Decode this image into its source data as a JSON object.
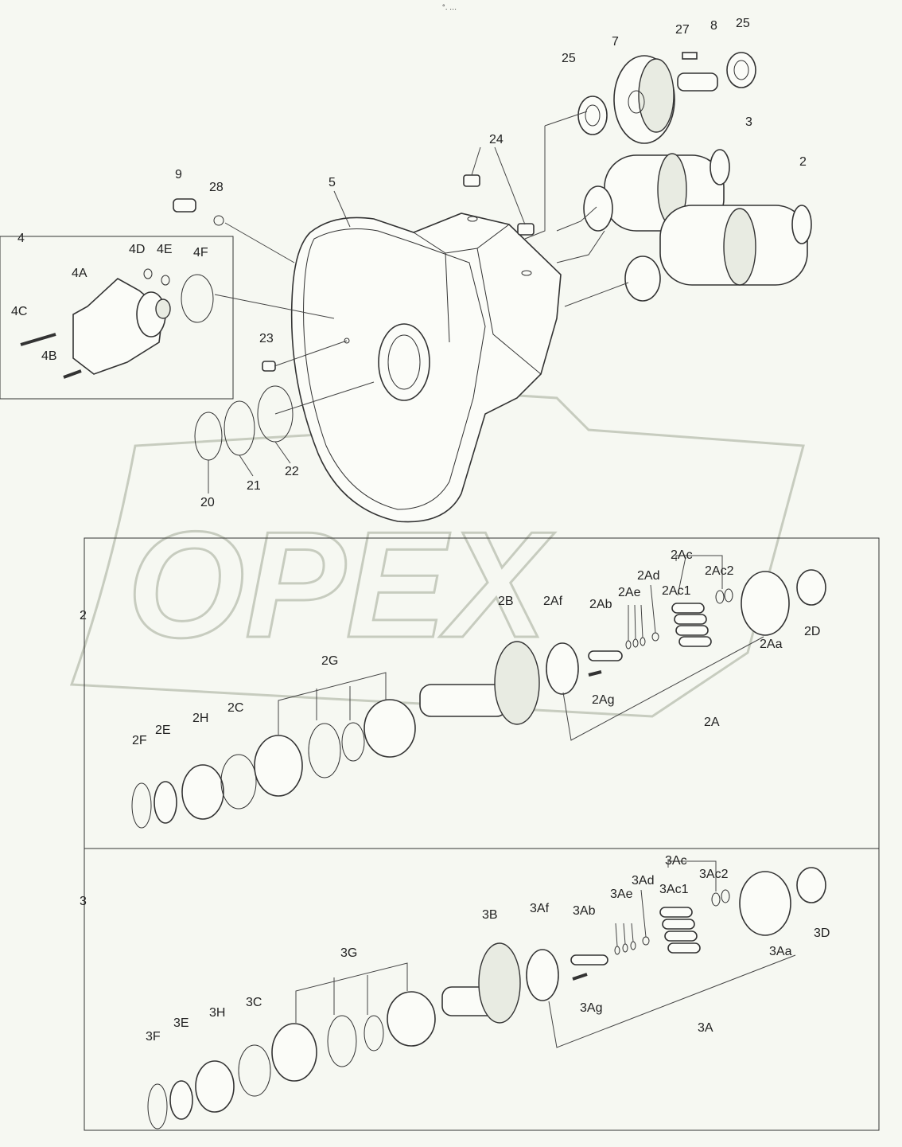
{
  "header_mark": "°․ ․․․",
  "watermark": "OPEX",
  "labels": {
    "p2": "2",
    "p3": "3",
    "p4": "4",
    "p4A": "4A",
    "p4B": "4B",
    "p4C": "4C",
    "p4D": "4D",
    "p4E": "4E",
    "p4F": "4F",
    "p5": "5",
    "p7": "7",
    "p8": "8",
    "p9": "9",
    "p20": "20",
    "p21": "21",
    "p22": "22",
    "p23": "23",
    "p24": "24",
    "p25a": "25",
    "p25b": "25",
    "p27": "27",
    "p28": "28",
    "box2": "2",
    "box3": "3",
    "p2A": "2A",
    "p2Aa": "2Aa",
    "p2Ab": "2Ab",
    "p2Ac": "2Ac",
    "p2Ac1": "2Ac1",
    "p2Ac2": "2Ac2",
    "p2Ad": "2Ad",
    "p2Ae": "2Ae",
    "p2Af": "2Af",
    "p2Ag": "2Ag",
    "p2B": "2B",
    "p2C": "2C",
    "p2D": "2D",
    "p2E": "2E",
    "p2F": "2F",
    "p2G": "2G",
    "p2H": "2H",
    "p3A": "3A",
    "p3Aa": "3Aa",
    "p3Ab": "3Ab",
    "p3Ac": "3Ac",
    "p3Ac1": "3Ac1",
    "p3Ac2": "3Ac2",
    "p3Ad": "3Ad",
    "p3Ae": "3Ae",
    "p3Af": "3Af",
    "p3Ag": "3Ag",
    "p3B": "3B",
    "p3C": "3C",
    "p3D": "3D",
    "p3E": "3E",
    "p3F": "3F",
    "p3G": "3G",
    "p3H": "3H"
  }
}
